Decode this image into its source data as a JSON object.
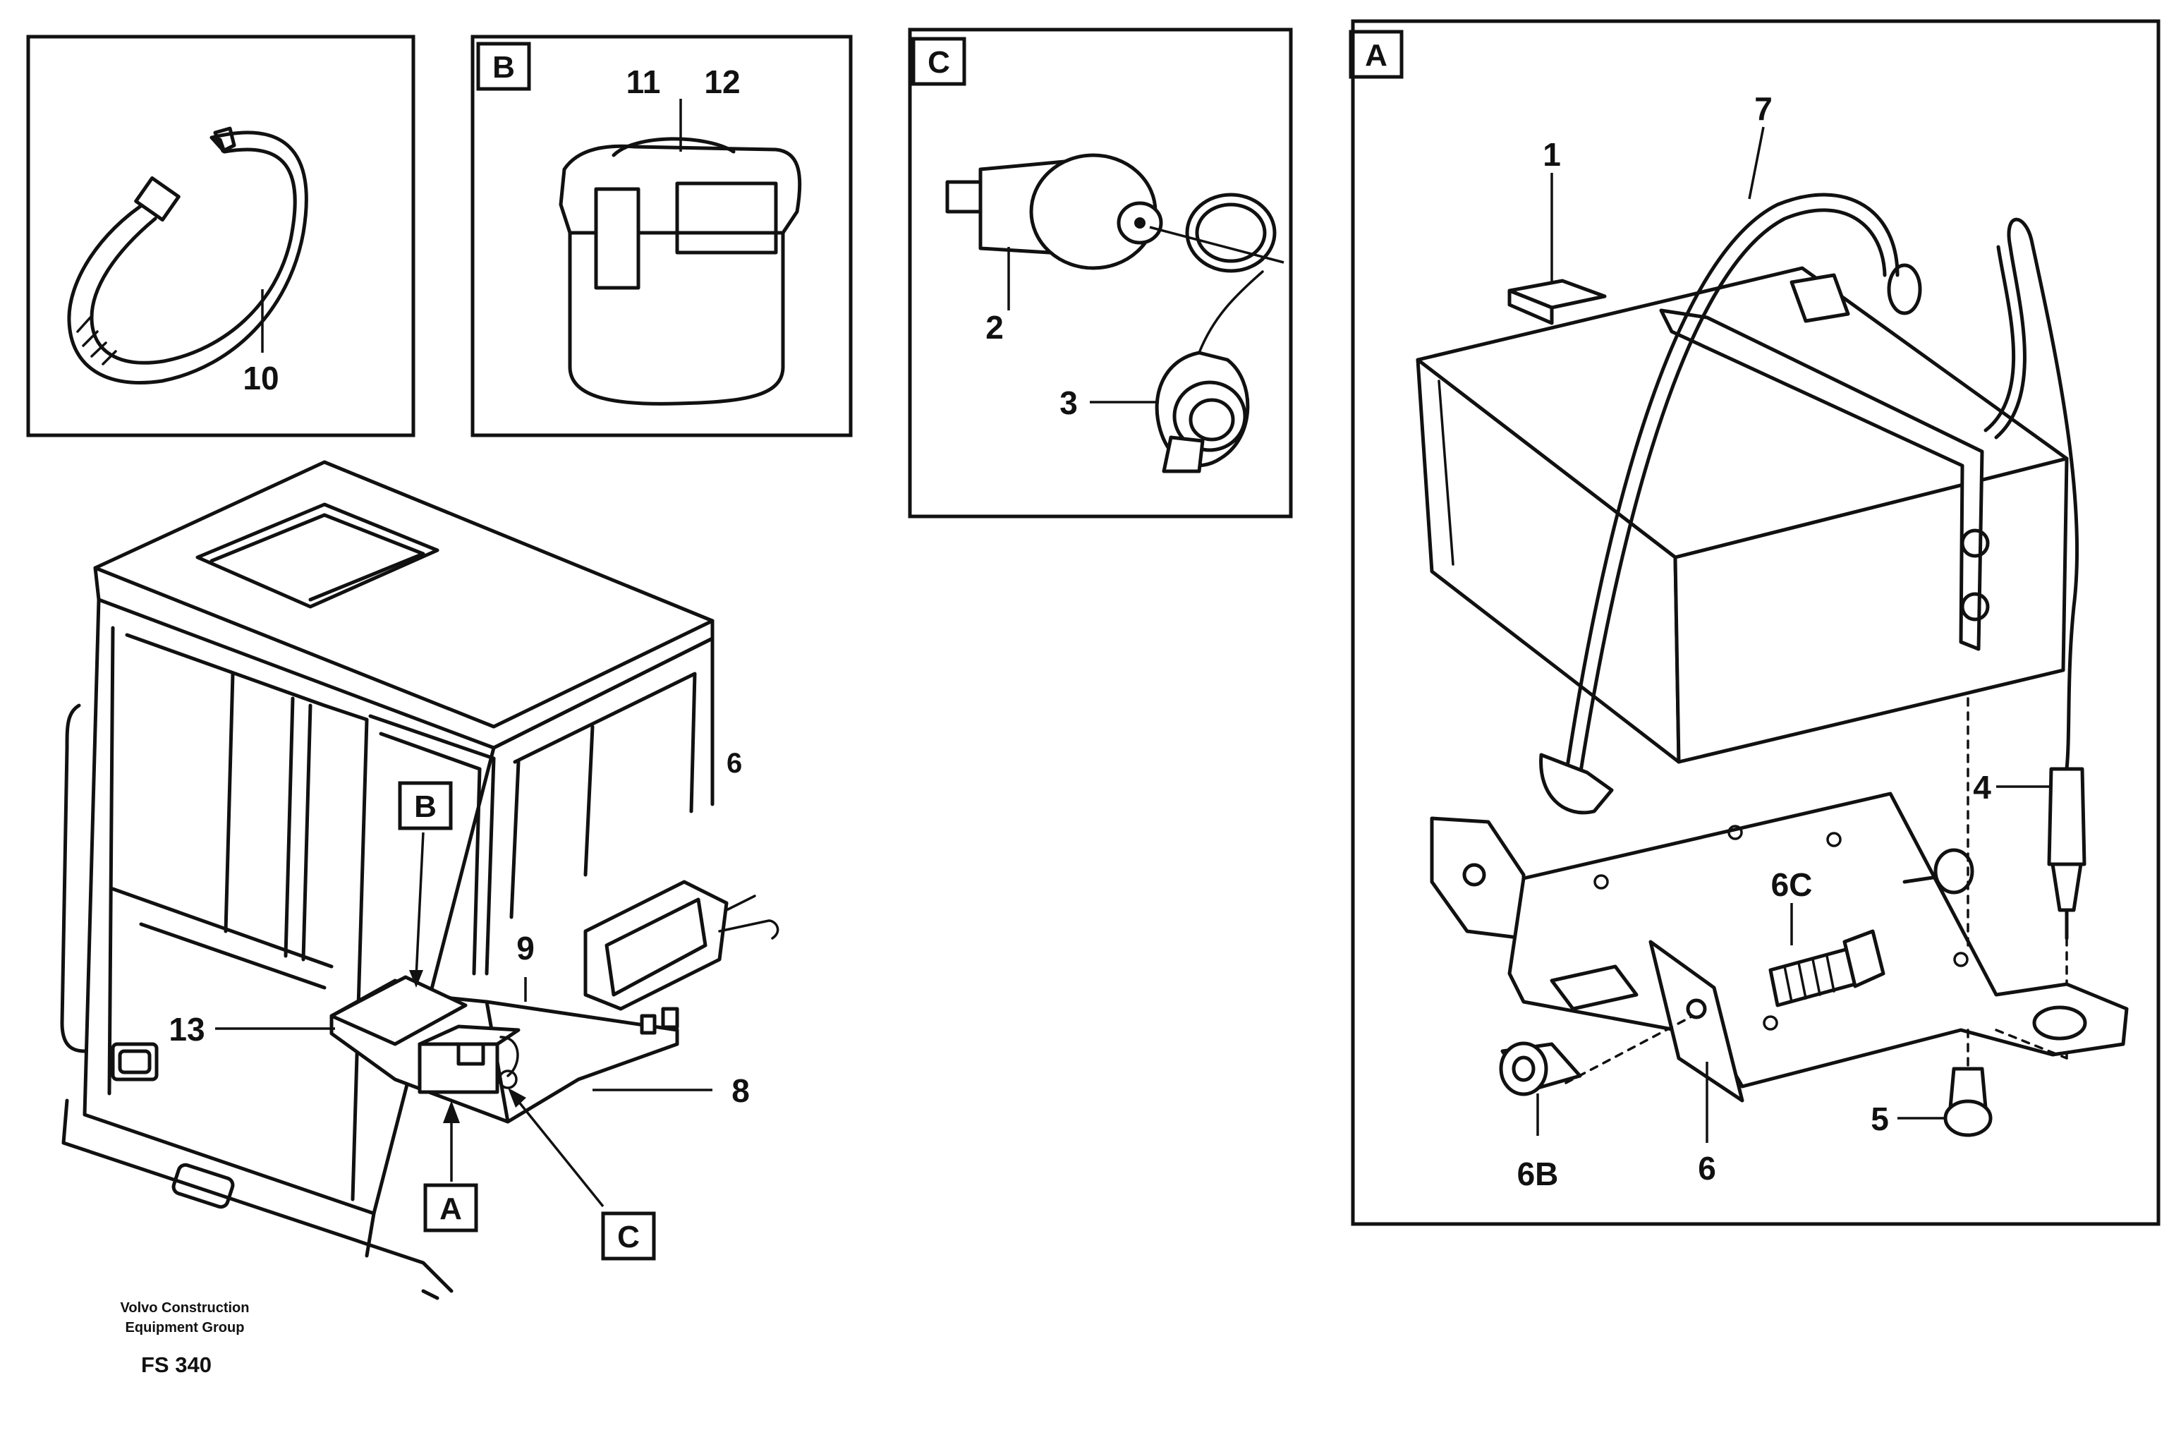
{
  "callouts": {
    "c1": "1",
    "c2": "2",
    "c3": "3",
    "c4": "4",
    "c5": "5",
    "c6": "6",
    "c6b": "6B",
    "c6c": "6C",
    "c7": "7",
    "c8": "8",
    "c9": "9",
    "c10": "10",
    "c11": "11",
    "c12": "12",
    "c13": "13"
  },
  "detail_tags": {
    "a": "A",
    "b": "B",
    "c": "C"
  },
  "footer": {
    "company_line1": "Volvo Construction",
    "company_line2": "Equipment Group",
    "figure_code": "FS 340"
  }
}
